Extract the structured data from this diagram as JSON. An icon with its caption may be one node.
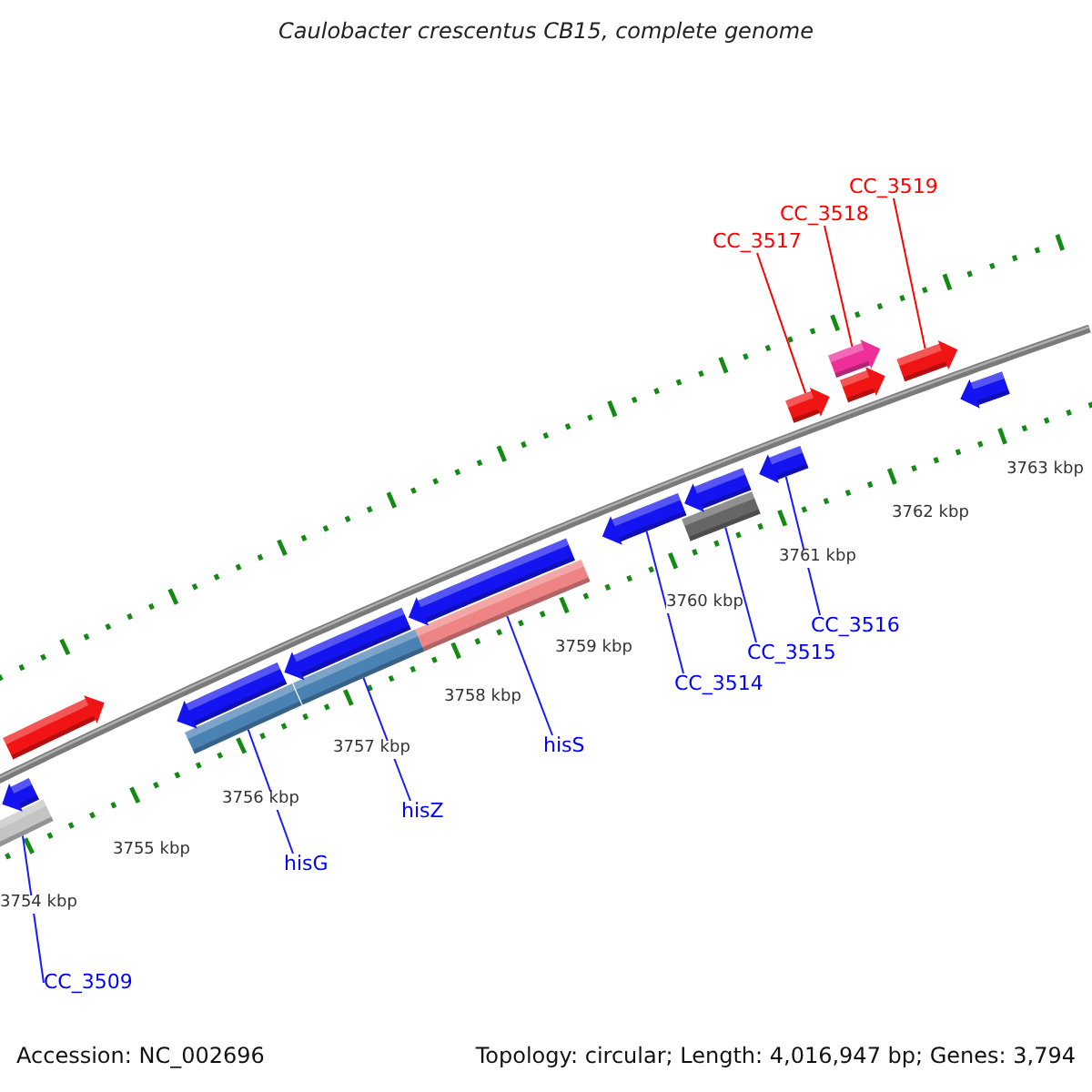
{
  "diagram": {
    "title": "Caulobacter crescentus CB15, complete genome",
    "nodes": [
      {
        "text": [
          "CC_3519"
        ]
      },
      {
        "text": [
          "CC_3518"
        ]
      },
      {
        "text": [
          "CC_3517"
        ]
      },
      {
        "text": [
          "CC_3516"
        ]
      },
      {
        "text": [
          "CC_3515"
        ]
      },
      {
        "text": [
          "CC_3514"
        ]
      },
      {
        "text": [
          "hisS"
        ]
      },
      {
        "text": [
          "hisZ"
        ]
      },
      {
        "text": [
          "hisG"
        ]
      },
      {
        "text": [
          "CC_3509"
        ]
      },
      {
        "text": [],
        "shape": "arrow"
      },
      {
        "text": [],
        "shape": "arrow"
      },
      {
        "text": [],
        "shape": "arrow"
      },
      {
        "text": [],
        "shape": "arrow"
      },
      {
        "text": [],
        "shape": "bar"
      },
      {
        "text": [],
        "shape": "arrow"
      },
      {
        "text": [],
        "shape": "bar"
      },
      {
        "text": [],
        "shape": "bar"
      },
      {
        "text": [],
        "shape": "bar"
      },
      {
        "text": [],
        "shape": "bar"
      },
      {
        "text": [],
        "shape": "arrow"
      },
      {
        "text": [],
        "shape": "arrow"
      },
      {
        "text": [],
        "shape": "arrow"
      },
      {
        "text": [],
        "shape": "arrow"
      },
      {
        "text": [],
        "shape": "arrow"
      },
      {
        "text": [],
        "shape": "arrow"
      },
      {
        "text": [],
        "shape": "arrow"
      },
      {
        "text": [],
        "shape": "arrow"
      }
    ],
    "edges": [
      {
        "from": 0,
        "to": 10,
        "arrow": "none",
        "color": "#ff0000"
      },
      {
        "from": 1,
        "to": 11,
        "arrow": "none",
        "color": "#ff0000"
      },
      {
        "from": 2,
        "to": 12,
        "arrow": "none",
        "color": "#ff0000"
      },
      {
        "from": 3,
        "to": 13,
        "arrow": "none"
      },
      {
        "from": 4,
        "to": 14,
        "arrow": "none"
      },
      {
        "from": 5,
        "to": 15,
        "arrow": "none"
      },
      {
        "from": 6,
        "to": 16,
        "arrow": "none"
      },
      {
        "from": 7,
        "to": 17,
        "arrow": "none"
      },
      {
        "from": 8,
        "to": 18,
        "arrow": "none"
      },
      {
        "from": 9,
        "to": 19,
        "arrow": "none"
      }
    ],
    "labels": [
      "3763 kbp",
      "3762 kbp",
      "3761 kbp",
      "3760 kbp",
      "3759 kbp",
      "3758 kbp",
      "3757 kbp",
      "3756 kbp",
      "3755 kbp",
      "3754 kbp",
      "Accession: NC_002696",
      "Topology: circular; Length: 4,016,947 bp; Genes: 3,794"
    ]
  }
}
